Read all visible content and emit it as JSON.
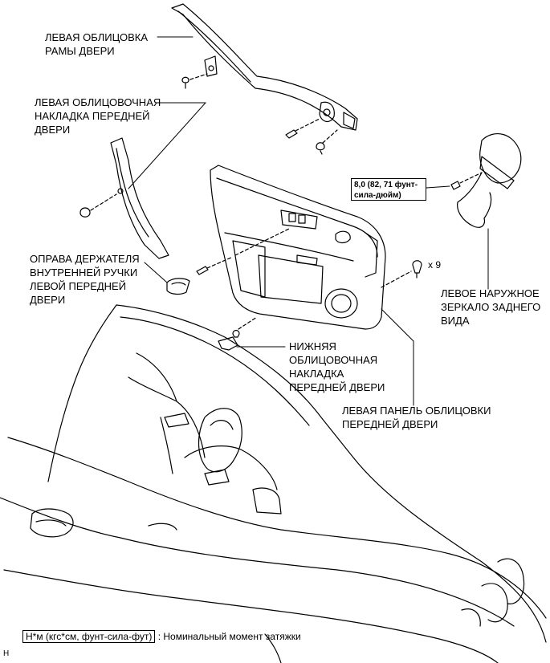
{
  "labels": {
    "frame_trim": "ЛЕВАЯ ОБЛИЦОВКА\nРАМЫ ДВЕРИ",
    "front_door_garnish": "ЛЕВАЯ ОБЛИЦОВОЧНАЯ\nНАКЛАДКА ПЕРЕДНЕЙ\nДВЕРИ",
    "handle_bezel": "ОПРАВА ДЕРЖАТЕЛЯ\nВНУТРЕННЕЙ РУЧКИ\nЛЕВОЙ ПЕРЕДНЕЙ\nДВЕРИ",
    "lower_garnish": "НИЖНЯЯ\nОБЛИЦОВОЧНАЯ\nНАКЛАДКА\nПЕРЕДНЕЙ ДВЕРИ",
    "door_trim_panel": "ЛЕВАЯ ПАНЕЛЬ ОБЛИЦОВКИ\nПЕРЕДНЕЙ ДВЕРИ",
    "outer_mirror": "ЛЕВОЕ НАРУЖНОЕ\nЗЕРКАЛО ЗАДНЕГО\nВИДА"
  },
  "torque_spec": "8,0 (82, 71 фунт-\nсила-дюйм)",
  "clip_quantity": "x 9",
  "legend": {
    "unit_box": "Н*м (кгс*см, фунт-сила-фут)",
    "description": ": Номинальный момент затяжки"
  },
  "corner_code": "H"
}
